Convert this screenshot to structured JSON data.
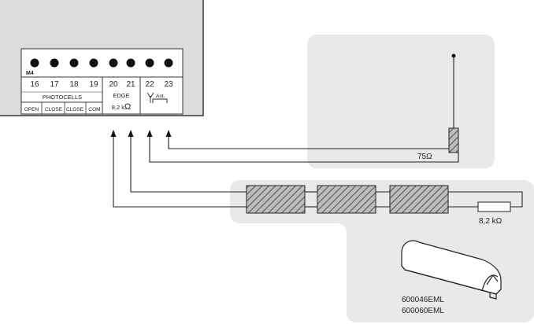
{
  "terminal_block": {
    "connector_label": "M4",
    "numbers": [
      "16",
      "17",
      "18",
      "19",
      "20",
      "21",
      "22",
      "23"
    ],
    "photocells_group": "PHOTOCELLS",
    "photocells_sub": [
      "OPEN",
      "CLOSE",
      "CLOSE",
      "COM"
    ],
    "edge_group": "EDGE",
    "edge_value": "8,2 k",
    "antenna_label": "Ant."
  },
  "antenna": {
    "impedance": "75"
  },
  "edge": {
    "resistor_value": "8,2 k",
    "models": [
      "600046EML",
      "600060EML"
    ]
  },
  "symbols": {
    "ohm": "Ω"
  },
  "colors": {
    "panel_bg": "#e9e9e9",
    "control_box": "#dcdcdc",
    "line": "#222222"
  }
}
